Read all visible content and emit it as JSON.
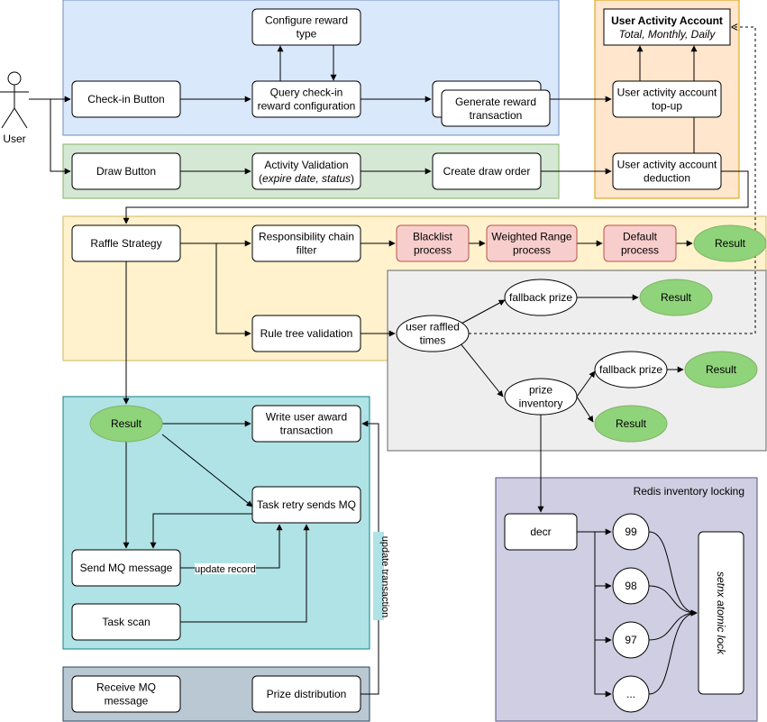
{
  "colors": {
    "blue_group": "#dae8fc",
    "blue_border": "#6c8ebf",
    "green_group": "#d5e8d4",
    "green_border": "#82b366",
    "orange_group": "#ffe6cc",
    "orange_border": "#d79b00",
    "yellow_group": "#fff2cc",
    "yellow_border": "#d6b656",
    "gray_group": "#eeeeee",
    "gray_border": "#666666",
    "teal_group": "#b0e3e6",
    "teal_border": "#0e8088",
    "slate_group": "#bac8d3",
    "slate_border": "#23445d",
    "lavender_group": "#d0cee2",
    "lavender_border": "#56517e",
    "red_box": "#f8cecc",
    "red_border": "#b85450",
    "result_fill": "#8fd37a",
    "result_border": "#82b366"
  },
  "actor": {
    "label": "User"
  },
  "groups": {
    "redis": {
      "label": "Redis inventory locking"
    }
  },
  "nodes": {
    "configure_reward": {
      "lines": [
        "Configure reward",
        "type"
      ]
    },
    "checkin_button": {
      "lines": [
        "Check-in Button"
      ]
    },
    "query_checkin": {
      "lines": [
        "Query check-in",
        "reward configuration"
      ]
    },
    "generate_reward": {
      "lines": [
        "Generate reward",
        "transaction"
      ]
    },
    "account_title": "User Activity Account",
    "account_subtitle": "Total, Monthly, Daily",
    "account_topup": {
      "lines": [
        "User activity account",
        "top-up"
      ]
    },
    "draw_button": {
      "lines": [
        "Draw Button"
      ]
    },
    "activity_validation": {
      "line1": "Activity Validation",
      "line2_italic": "expire date, status"
    },
    "create_draw_order": {
      "lines": [
        "Create draw order"
      ]
    },
    "account_deduction": {
      "lines": [
        "User activity account",
        "deduction"
      ]
    },
    "raffle_strategy": {
      "lines": [
        "Raffle Strategy"
      ]
    },
    "responsibility_chain": {
      "lines": [
        "Responsibility chain",
        "filter"
      ]
    },
    "blacklist": {
      "lines": [
        "Blacklist",
        "process"
      ]
    },
    "weighted_range": {
      "lines": [
        "Weighted Range",
        "process"
      ]
    },
    "default_process": {
      "lines": [
        "Default",
        "process"
      ]
    },
    "result_chain": {
      "lines": [
        "Result"
      ]
    },
    "rule_tree": {
      "lines": [
        "Rule tree validation"
      ]
    },
    "user_raffled": {
      "lines": [
        "user raffled",
        "times"
      ]
    },
    "fallback_prize_1": {
      "lines": [
        "fallback prize"
      ]
    },
    "result_fallback_1": {
      "lines": [
        "Result"
      ]
    },
    "prize_inventory": {
      "lines": [
        "prize",
        "inventory"
      ]
    },
    "fallback_prize_2": {
      "lines": [
        "fallback prize"
      ]
    },
    "result_fallback_2": {
      "lines": [
        "Result"
      ]
    },
    "result_inventory": {
      "lines": [
        "Result"
      ]
    },
    "result_main": {
      "lines": [
        "Result"
      ]
    },
    "write_award": {
      "lines": [
        "Write user award",
        "transaction"
      ]
    },
    "task_retry": {
      "lines": [
        "Task retry sends MQ"
      ]
    },
    "send_mq": {
      "lines": [
        "Send MQ message"
      ]
    },
    "task_scan": {
      "lines": [
        "Task scan"
      ]
    },
    "receive_mq": {
      "lines": [
        "Receive MQ",
        "message"
      ]
    },
    "prize_distribution": {
      "lines": [
        "Prize distribution"
      ]
    },
    "decr": {
      "lines": [
        "decr"
      ]
    },
    "n99": {
      "lines": [
        "99"
      ]
    },
    "n98": {
      "lines": [
        "98"
      ]
    },
    "n97": {
      "lines": [
        "97"
      ]
    },
    "ndots": {
      "lines": [
        "..."
      ]
    },
    "setnx": {
      "lines": [
        "setnx atomic lock"
      ]
    }
  },
  "edge_labels": {
    "update_record": "update record",
    "update_transaction": "update transaction"
  }
}
